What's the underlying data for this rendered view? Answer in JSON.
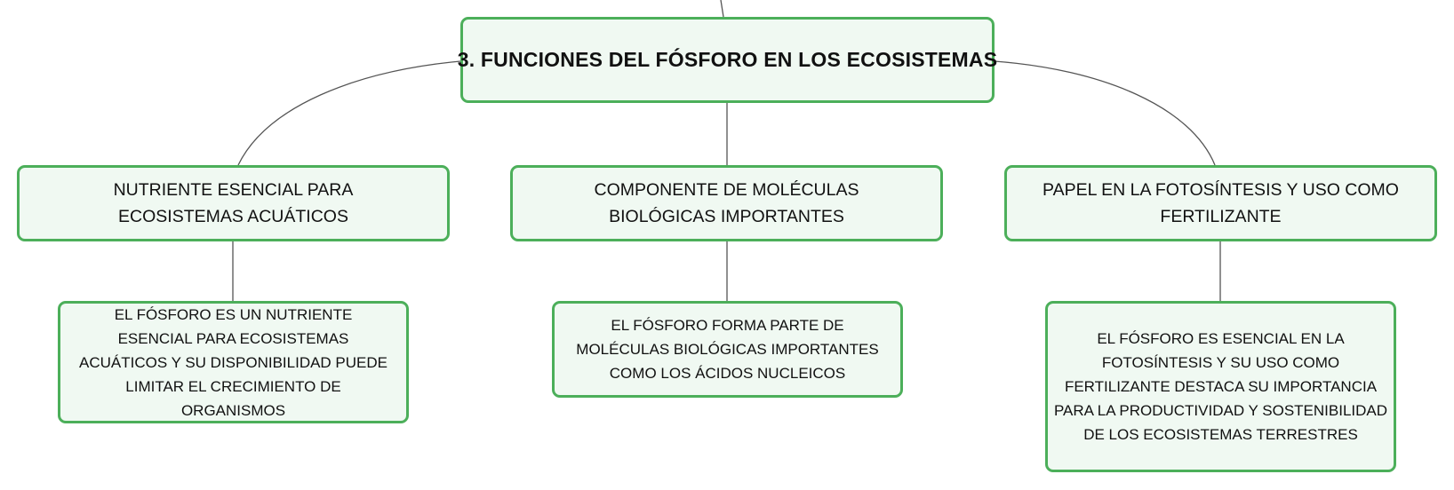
{
  "diagram": {
    "colors": {
      "node_border": "#4caf5a",
      "node_fill": "#f0f9f2",
      "connector": "#555555",
      "text": "#111111"
    },
    "root": {
      "label": "3. FUNCIONES DEL FÓSFORO EN LOS ECOSISTEMAS"
    },
    "branches": [
      {
        "label": "NUTRIENTE ESENCIAL PARA ECOSISTEMAS ACUÁTICOS",
        "detail": "EL FÓSFORO ES UN NUTRIENTE ESENCIAL PARA ECOSISTEMAS ACUÁTICOS Y SU DISPONIBILIDAD PUEDE LIMITAR EL CRECIMIENTO DE ORGANISMOS"
      },
      {
        "label": "COMPONENTE DE MOLÉCULAS BIOLÓGICAS IMPORTANTES",
        "detail": "EL FÓSFORO FORMA PARTE DE MOLÉCULAS BIOLÓGICAS IMPORTANTES COMO LOS ÁCIDOS NUCLEICOS"
      },
      {
        "label": "PAPEL EN LA FOTOSÍNTESIS Y USO COMO FERTILIZANTE",
        "detail": "EL FÓSFORO ES ESENCIAL EN LA FOTOSÍNTESIS Y SU USO COMO FERTILIZANTE DESTACA SU IMPORTANCIA PARA LA PRODUCTIVIDAD Y SOSTENIBILIDAD DE LOS ECOSISTEMAS TERRESTRES"
      }
    ]
  }
}
